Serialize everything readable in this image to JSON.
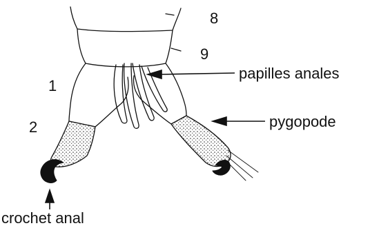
{
  "colors": {
    "ink": "#111111",
    "background": "#ffffff",
    "stipple": "#2b2b2b"
  },
  "labels": {
    "segment_8": "8",
    "segment_9": "9",
    "segment_1": "1",
    "segment_2": "2",
    "papilles_anales": "papilles anales",
    "pygopode": "pygopode",
    "crochet_anal": "crochet anal"
  }
}
